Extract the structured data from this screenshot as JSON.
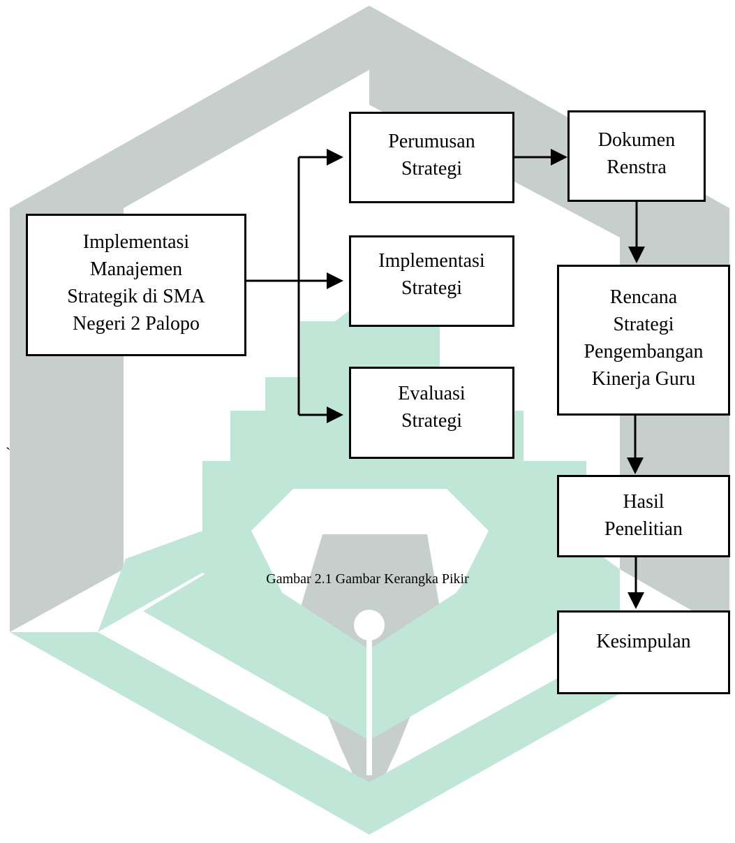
{
  "diagram": {
    "nodes": [
      {
        "id": "main",
        "lines": [
          "Implementasi",
          "Manajemen",
          "Strategik di SMA",
          "Negeri 2 Palopo"
        ]
      },
      {
        "id": "perumusan",
        "lines": [
          "Perumusan",
          "Strategi"
        ]
      },
      {
        "id": "implementasi",
        "lines": [
          "Implementasi",
          "Strategi"
        ]
      },
      {
        "id": "evaluasi",
        "lines": [
          "Evaluasi",
          "Strategi"
        ]
      },
      {
        "id": "dokumen",
        "lines": [
          "Dokumen",
          "Renstra"
        ]
      },
      {
        "id": "rencana",
        "lines": [
          "Rencana",
          "Strategi",
          "Pengembangan",
          "Kinerja Guru"
        ]
      },
      {
        "id": "hasil",
        "lines": [
          "Hasil",
          "Penelitian"
        ]
      },
      {
        "id": "kesimpulan",
        "lines": [
          "Kesimpulan"
        ]
      }
    ],
    "edges": [
      {
        "from": "main",
        "to": "perumusan"
      },
      {
        "from": "main",
        "to": "implementasi"
      },
      {
        "from": "main",
        "to": "evaluasi"
      },
      {
        "from": "perumusan",
        "to": "dokumen"
      },
      {
        "from": "dokumen",
        "to": "rencana"
      },
      {
        "from": "rencana",
        "to": "hasil"
      },
      {
        "from": "hasil",
        "to": "kesimpulan"
      }
    ]
  },
  "caption": "Gambar 2.1 Gambar Kerangka Pikir",
  "stray_mark": "`",
  "watermark": {
    "grey": "#c7cfcc",
    "green": "#bfe6d6"
  }
}
